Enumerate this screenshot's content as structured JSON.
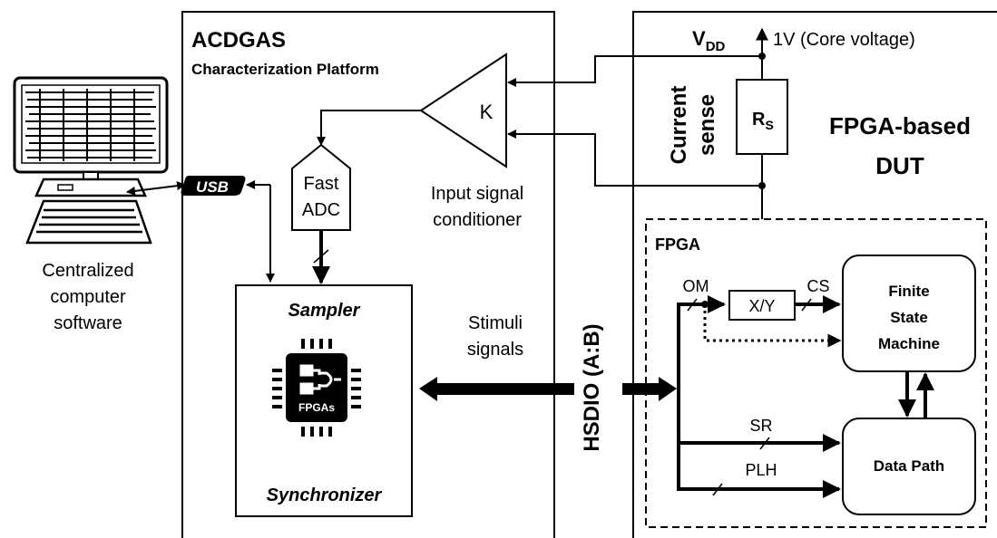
{
  "platform": {
    "title": "ACDGAS",
    "subtitle": "Characterization Platform"
  },
  "computer": {
    "caption_line1": "Centralized",
    "caption_line2": "computer",
    "caption_line3": "software",
    "usb_label": "USB"
  },
  "adc": {
    "line1": "Fast",
    "line2": "ADC"
  },
  "conditioner": {
    "gain_label": "K",
    "caption_line1": "Input signal",
    "caption_line2": "conditioner"
  },
  "sampler": {
    "top_label": "Sampler",
    "bottom_label": "Synchronizer",
    "chip_label": "FPGAs"
  },
  "stimuli": {
    "line1": "Stimuli",
    "line2": "signals"
  },
  "hsdio": {
    "label": "HSDIO (A:B)"
  },
  "dut": {
    "supply_label": "V",
    "supply_subscript": "DD",
    "core_voltage": "1V (Core voltage)",
    "current_sense_line1": "Current",
    "current_sense_line2": "sense",
    "resistor_label": "R",
    "resistor_subscript": "S",
    "title_line1": "FPGA-based",
    "title_line2": "DUT"
  },
  "fpga": {
    "title": "FPGA",
    "om_label": "OM",
    "xy_label": "X/Y",
    "cs_label": "CS",
    "sr_label": "SR",
    "plh_label": "PLH",
    "fsm_line1": "Finite",
    "fsm_line2": "State",
    "fsm_line3": "Machine",
    "datapath_label": "Data Path"
  }
}
